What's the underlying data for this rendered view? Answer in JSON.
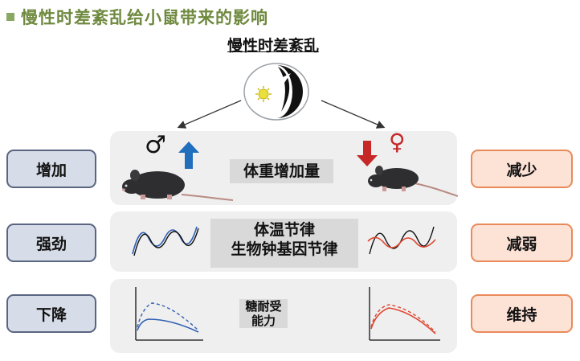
{
  "title": "慢性时差紊乱给小鼠带来的影响",
  "header": "慢性时差紊乱",
  "male_symbol": "♂",
  "female_symbol": "♀",
  "rows": [
    {
      "left": "增加",
      "center": "体重增加量",
      "right": "减少"
    },
    {
      "left": "强劲",
      "center_line1": "体温节律",
      "center_line2": "生物钟基因节律",
      "right": "减弱"
    },
    {
      "left": "下降",
      "center_line1": "糖耐受",
      "center_line2": "能力",
      "right": "维持"
    }
  ],
  "colors": {
    "title_green": "#6f8a3f",
    "male_blue": "#1f6fbd",
    "female_red": "#c62828",
    "left_box_fill": "#d7dde8",
    "right_box_fill": "#fde2d6",
    "curve_blue": "#2f5fb3",
    "curve_red": "#e0452f"
  },
  "icons": [
    "clock-sun-moon-icon",
    "male-mouse-icon",
    "female-mouse-icon",
    "up-arrow-icon",
    "down-arrow-icon"
  ]
}
